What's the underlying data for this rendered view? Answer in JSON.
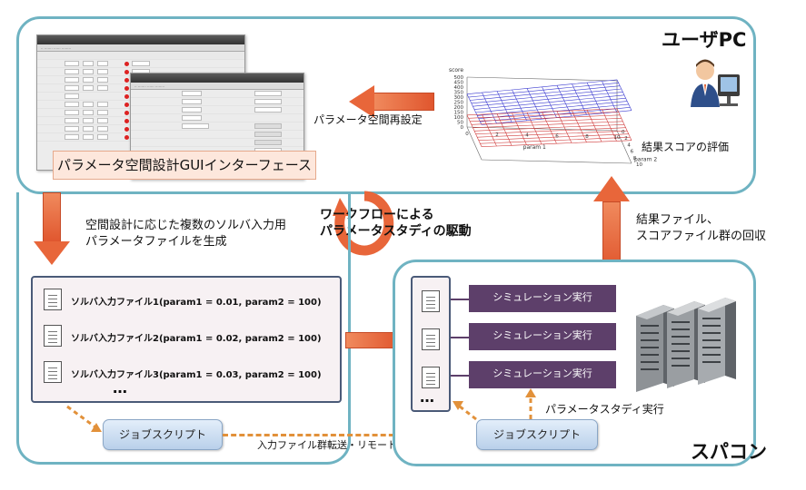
{
  "user_pc": {
    "title": "ユーザPC"
  },
  "supercomputer": {
    "title": "スパコン"
  },
  "gui": {
    "caption": "パラメータ空間設計GUIインターフェース"
  },
  "reconfigure_label": "パラメータ空間再設定",
  "evaluate_label": "結果スコアの評価",
  "workflow_label": {
    "line1": "ワークフローによる",
    "line2": "パラメータスタディの駆動"
  },
  "generate_label": {
    "line1": "空間設計に応じた複数のソルバ入力用",
    "line2": "パラメータファイルを生成"
  },
  "collect_label": {
    "line1": "結果ファイル、",
    "line2": "スコアファイル群の回収"
  },
  "solver_files": [
    "ソルバ入力ファイル1(param1 = 0.01, param2 = 100)",
    "ソルバ入力ファイル2(param1 = 0.02, param2 = 100)",
    "ソルバ入力ファイル3(param1 = 0.03, param2 = 100)"
  ],
  "ellipsis": "…",
  "job_script_left": "ジョブスクリプト",
  "job_script_right": "ジョブスクリプト",
  "transfer_label": "入力ファイル群転送・リモートジョブ投入",
  "study_exec_label": "パラメータスタディ実行",
  "simulation_label": "シミュレーション実行",
  "chart_data": {
    "type": "surface",
    "zlabel": "score",
    "xlabel": "param 1",
    "ylabel": "param 2",
    "z_ticks": [
      "0",
      "50",
      "100",
      "150",
      "200",
      "250",
      "300",
      "350",
      "400",
      "450",
      "500"
    ],
    "x_ticks": [
      "0",
      "2",
      "4",
      "6",
      "8",
      "10"
    ],
    "y_ticks": [
      "0",
      "2",
      "4",
      "6",
      "8",
      "10"
    ],
    "series": [
      {
        "color": "#3b3bd0"
      },
      {
        "color": "#d03b3b"
      }
    ]
  }
}
